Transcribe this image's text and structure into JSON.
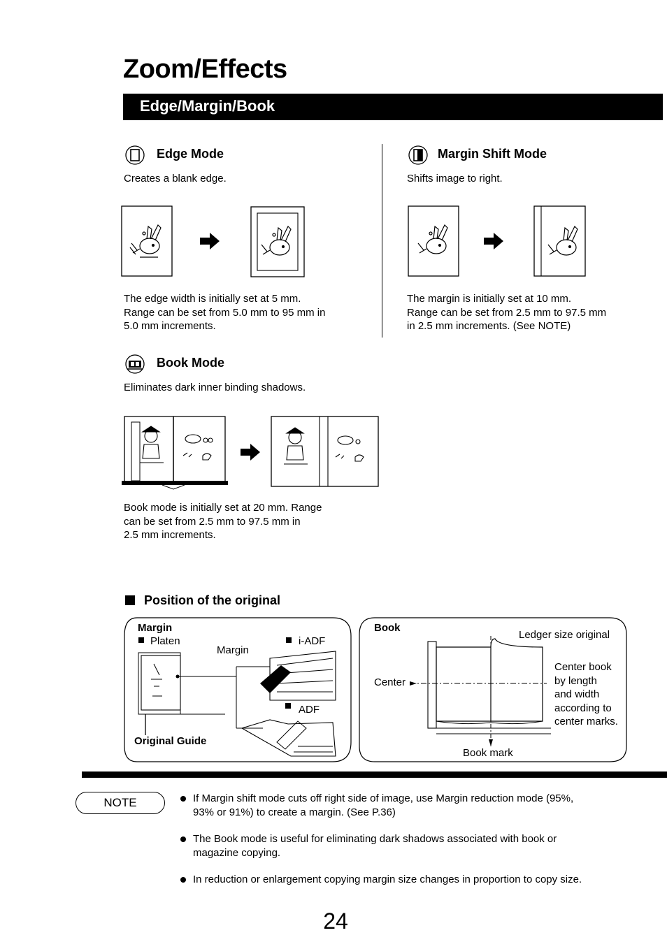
{
  "page": {
    "title": "Zoom/Effects",
    "section_banner": "Edge/Margin/Book",
    "page_number": "24"
  },
  "edge_mode": {
    "heading": "Edge Mode",
    "subtitle": "Creates a blank edge.",
    "description": "The edge width is initially set at 5 mm. Range can be set from 5.0 mm to 95 mm in 5.0 mm increments.",
    "lines": [
      "The edge width is initially set at 5 mm.",
      "Range can be set from 5.0 mm to 95 mm in",
      "5.0 mm increments."
    ]
  },
  "margin_shift_mode": {
    "heading": "Margin Shift Mode",
    "subtitle": "Shifts image to right.",
    "lines": [
      "The margin is initially set at 10 mm.",
      "Range can be set from 2.5 mm to 97.5 mm",
      "in 2.5 mm increments. (See NOTE)"
    ]
  },
  "book_mode": {
    "heading": "Book Mode",
    "subtitle": "Eliminates dark inner binding shadows.",
    "lines": [
      "Book mode is initially set at 20 mm. Range",
      "can be set from 2.5 mm to 97.5 mm in",
      "2.5 mm increments."
    ]
  },
  "position": {
    "heading": "Position of the original",
    "margin_box": {
      "title": "Margin",
      "platen": "Platen",
      "iadf": "i-ADF",
      "margin_label": "Margin",
      "adf": "ADF",
      "original_guide": "Original Guide"
    },
    "book_box": {
      "title": "Book",
      "ledger": "Ledger size original",
      "center": "Center",
      "center_book_lines": [
        "Center book",
        "by length",
        "and width",
        "according to",
        "center marks."
      ],
      "book_mark": "Book mark"
    }
  },
  "note": {
    "label": "NOTE",
    "items": [
      [
        "If Margin shift mode cuts off right side of image, use Margin reduction mode (95%,",
        "93% or 91%) to create a margin. (See P.36)"
      ],
      [
        "The Book mode is useful for eliminating dark shadows associated with book or",
        "magazine copying."
      ],
      [
        "In reduction or enlargement copying margin size changes in proportion to copy size."
      ]
    ]
  },
  "icons": [
    "edge-mode-icon",
    "margin-shift-icon",
    "book-mode-icon",
    "arrow-right-icon",
    "rabbit-illustration-icon",
    "bullet-square-icon"
  ]
}
